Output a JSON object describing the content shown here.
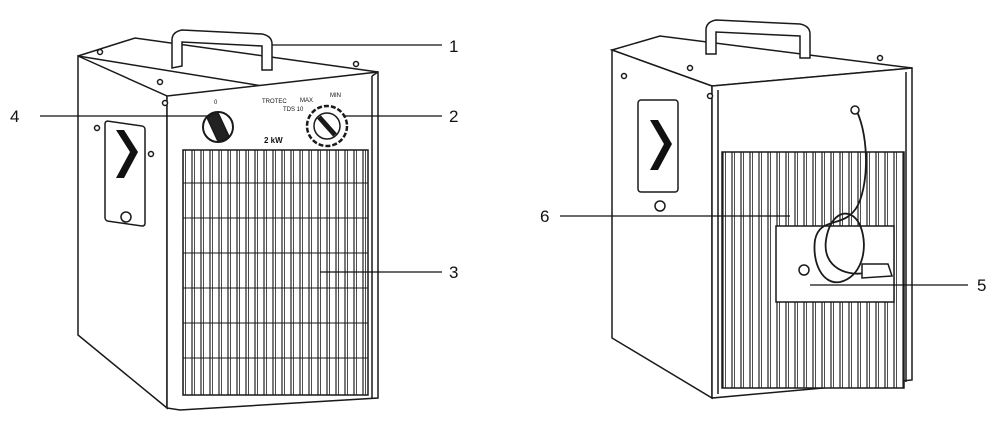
{
  "diagram": {
    "callouts": [
      {
        "id": "1",
        "label": "1"
      },
      {
        "id": "2",
        "label": "2"
      },
      {
        "id": "3",
        "label": "3"
      },
      {
        "id": "4",
        "label": "4"
      },
      {
        "id": "5",
        "label": "5"
      },
      {
        "id": "6",
        "label": "6"
      }
    ],
    "front_panel": {
      "brand": "TROTEC",
      "model": "TDS 10",
      "power": "2 kW",
      "switch_off": "0",
      "thermostat_max": "MAX",
      "thermostat_min": "MIN"
    },
    "colors": {
      "line": "#1a1a1a",
      "fill": "#ffffff",
      "shade": "#cfcfcf"
    }
  }
}
